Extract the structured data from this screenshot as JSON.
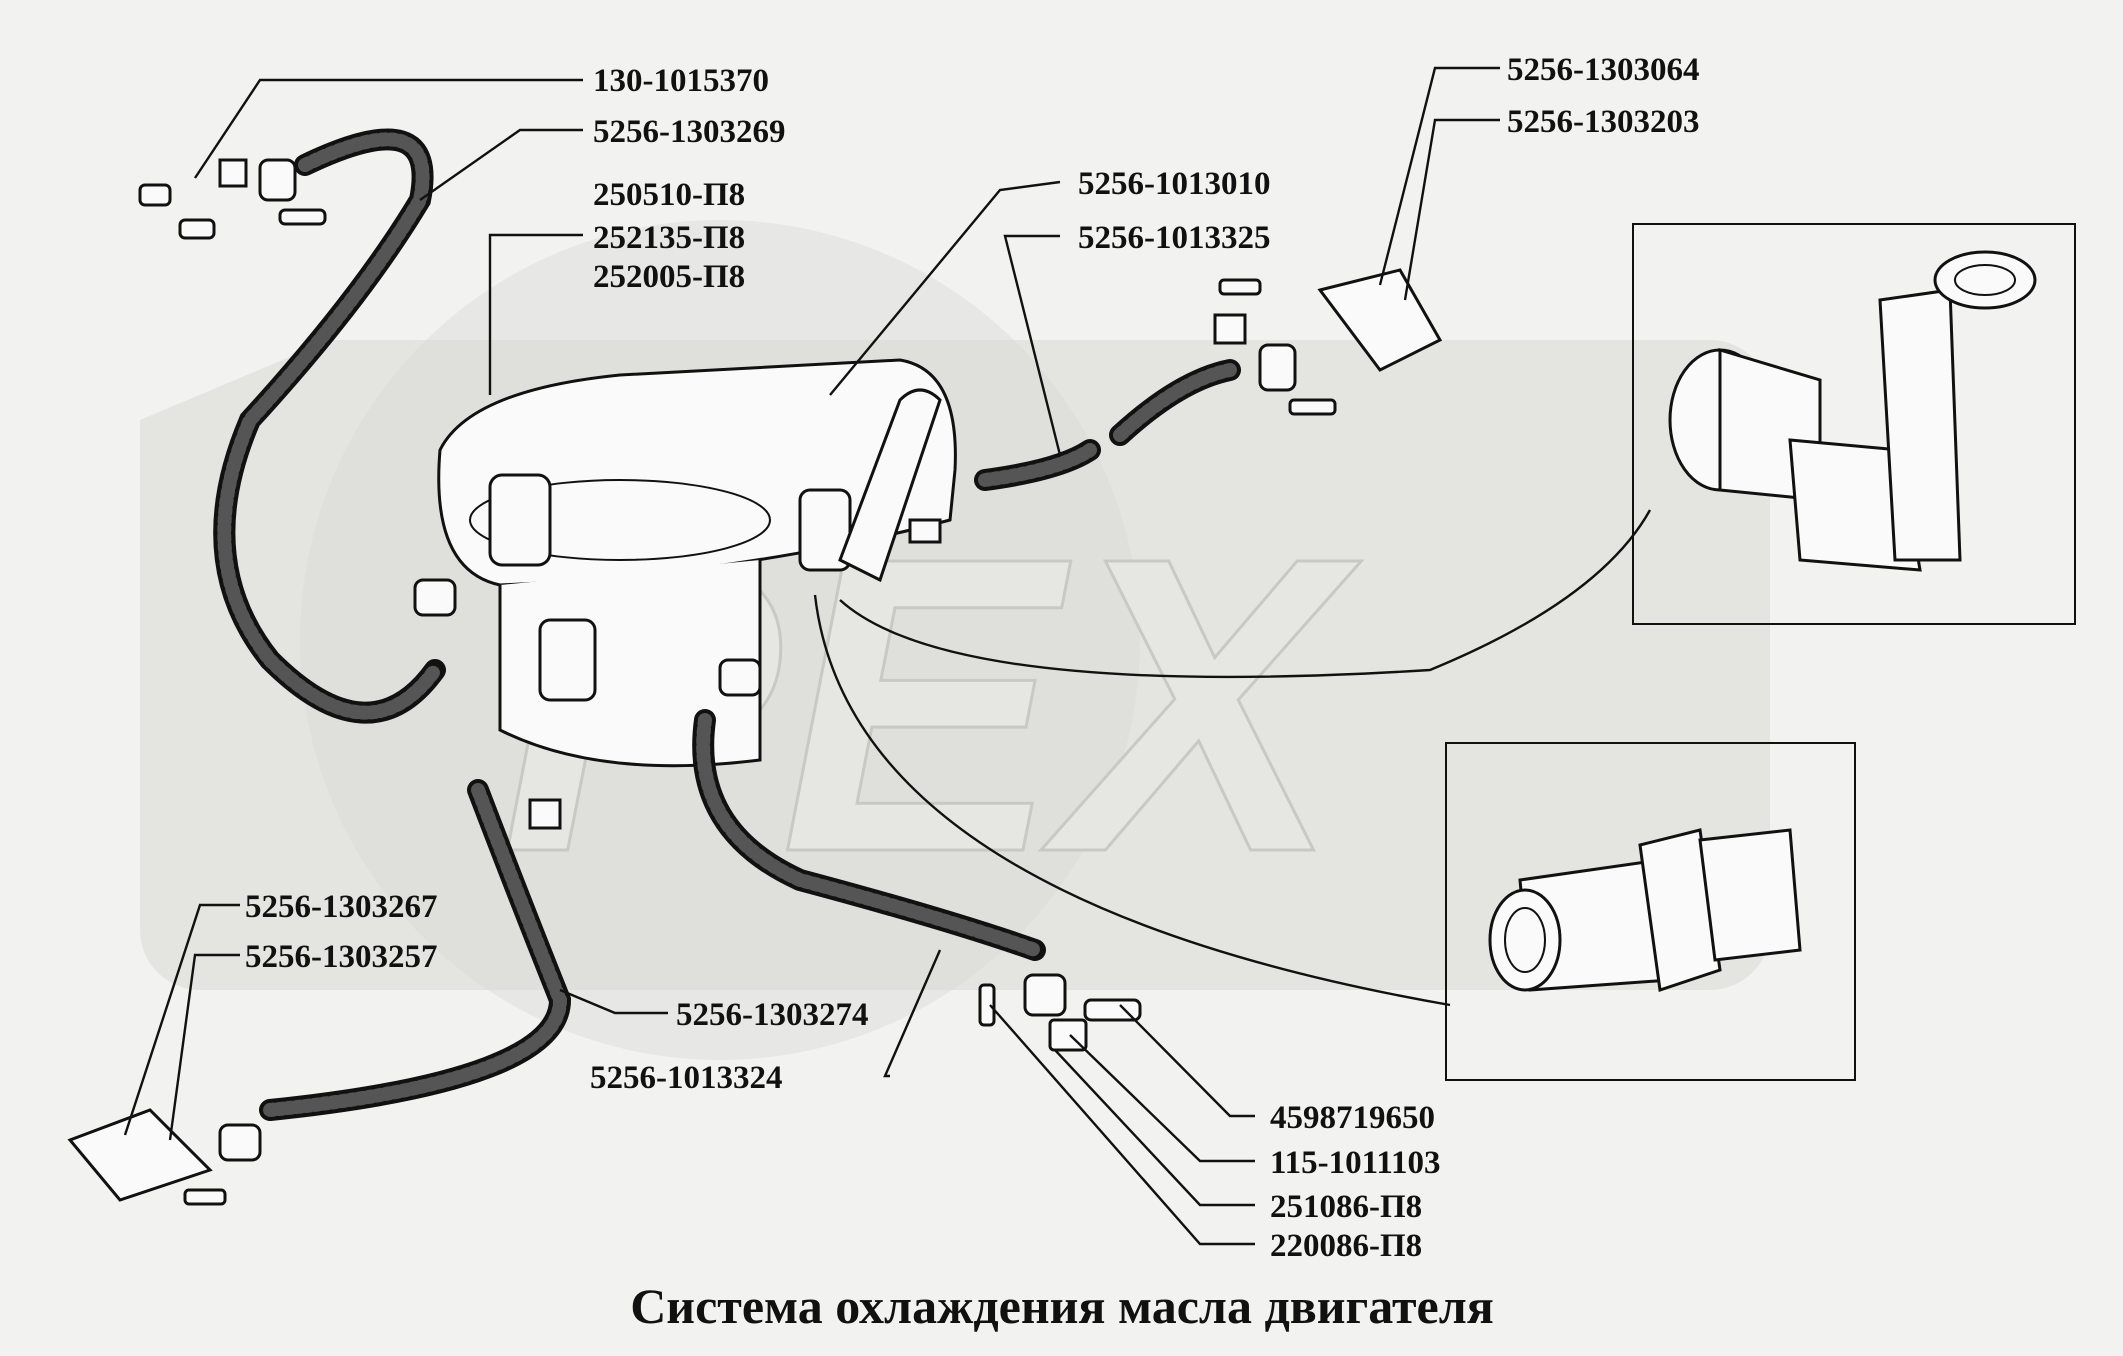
{
  "title": "Система охлаждения масла двигателя",
  "watermark": "PEX",
  "labels": {
    "l1": "130-1015370",
    "l2": "5256-1303269",
    "l3": "250510-П8",
    "l4": "252135-П8",
    "l5": "252005-П8",
    "l6": "5256-1013010",
    "l7": "5256-1013325",
    "l8": "5256-1303064",
    "l9": "5256-1303203",
    "l10": "5256-1303267",
    "l11": "5256-1303257",
    "l12": "5256-1303274",
    "l13": "5256-1013324",
    "l14": "4598719650",
    "l15": "115-1011103",
    "l16": "251086-П8",
    "l17": "220086-П8"
  },
  "colors": {
    "line": "#111111",
    "watermark": "#d9d9d6",
    "background": "#f2f2f0"
  }
}
